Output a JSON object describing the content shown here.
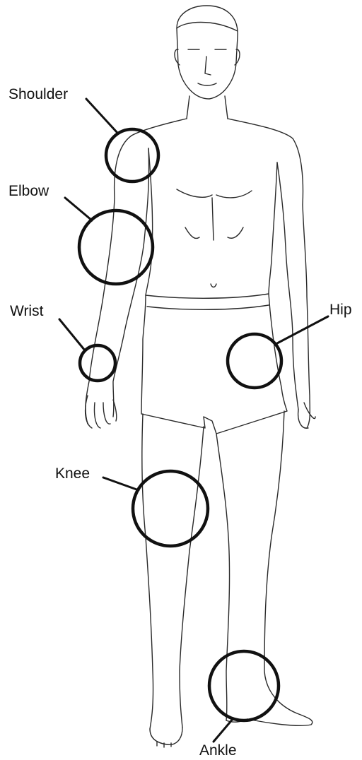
{
  "figure": {
    "line_color": "#2a2a2a",
    "marker_color": "#111111",
    "background": "#ffffff"
  },
  "labels": {
    "shoulder": "Shoulder",
    "elbow": "Elbow",
    "wrist": "Wrist",
    "hip": "Hip",
    "knee": "Knee",
    "ankle": "Ankle"
  }
}
